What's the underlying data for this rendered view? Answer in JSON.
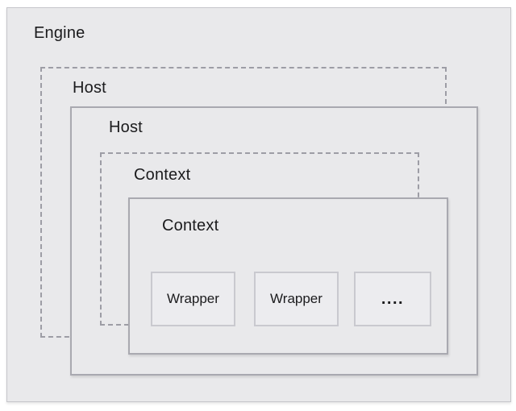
{
  "diagram": {
    "engine": {
      "label": "Engine"
    },
    "host_dashed": {
      "label": "Host"
    },
    "host_solid": {
      "label": "Host"
    },
    "context_dashed": {
      "label": "Context"
    },
    "context_solid": {
      "label": "Context"
    },
    "wrappers": [
      {
        "label": "Wrapper"
      },
      {
        "label": "Wrapper"
      },
      {
        "label": "...."
      }
    ]
  },
  "colors": {
    "page_background": "#ffffff",
    "box_fill": "#e9e9eb",
    "inner_box_fill": "#ececef",
    "engine_border": "#c6c6cb",
    "solid_border": "#a9a9b0",
    "dashed_border": "#9d9da5",
    "wrapper_border": "#c9c9cf",
    "text": "#1b1b1d"
  }
}
